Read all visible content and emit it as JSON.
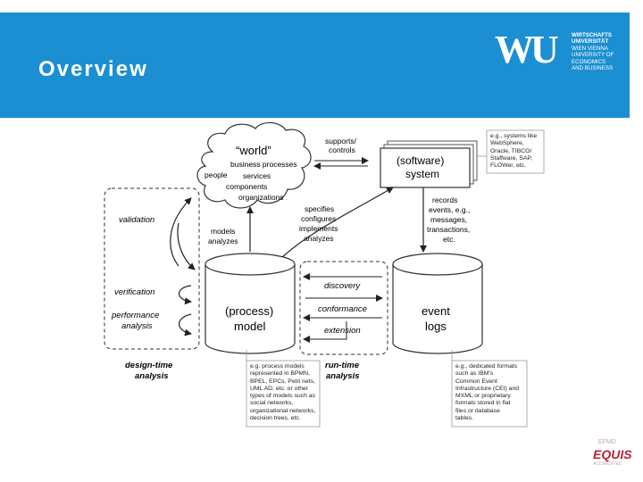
{
  "slide": {
    "title": "Overview"
  },
  "logo": {
    "mark": "WU",
    "lines": [
      "WIRTSCHAFTS",
      "UNIVERSITÄT",
      "WIEN VIENNA",
      "UNIVERSITY OF",
      "ECONOMICS",
      "AND BUSINESS"
    ]
  },
  "diagram": {
    "world_title": "“world”",
    "world_items": [
      "business processes",
      "people",
      "services",
      "components",
      "organizations"
    ],
    "supports_controls": [
      "supports/",
      "controls"
    ],
    "software_system": [
      "(software)",
      "system"
    ],
    "records": [
      "records",
      "events, e.g.,",
      "messages,",
      "transactions,",
      "etc."
    ],
    "specifies": [
      "specifies",
      "configures",
      "implements",
      "analyzes"
    ],
    "models_analyzes": [
      "models",
      "analyzes"
    ],
    "validation": "validation",
    "verification": "verification",
    "performance": [
      "performance",
      "analysis"
    ],
    "process_model": [
      "(process)",
      "model"
    ],
    "event_logs": [
      "event",
      "logs"
    ],
    "discovery": "discovery",
    "conformance": "conformance",
    "extension": "extension",
    "design_time": [
      "design-time",
      "analysis"
    ],
    "run_time": [
      "run-time",
      "analysis"
    ]
  },
  "notes": {
    "systems": [
      "e.g., systems like",
      "WebSphere,",
      "Oracle, TIBCO/",
      "Staffware, SAP,",
      "FLOWer,  etc."
    ],
    "process_models": [
      "e.g. process models",
      "represented in BPMN,",
      "BPEL, EPCs, Petri nets,",
      "UML AD, etc. or other",
      "types of models such as",
      "social networks,",
      "organizational networks,",
      "decision trees, etc."
    ],
    "event_formats": [
      "e.g., dedicated formats",
      "such as IBM's",
      "Common Event",
      "Infrastructure (CEI) and",
      "MXML or proprietary",
      "formats stored in flat",
      "files or database",
      "tables."
    ]
  },
  "accreditation": {
    "top": "EFMD",
    "main": "EQUIS",
    "sub": "ACCREDITED"
  },
  "colors": {
    "header": "#1c8fd2",
    "equis": "#b9203a"
  }
}
